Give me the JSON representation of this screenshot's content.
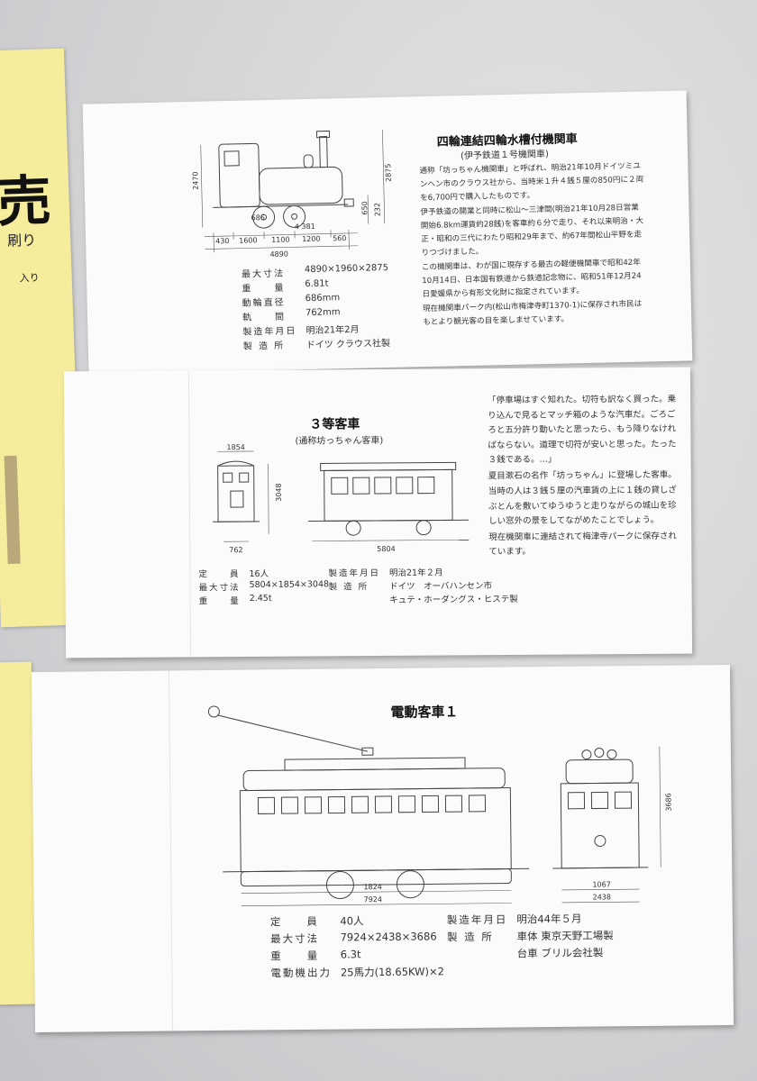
{
  "flyer": {
    "headline_char": "売",
    "line_1": "刷り",
    "line_2": "入り"
  },
  "card_1": {
    "title": "四輪連結四輪水槽付機関車",
    "subtitle": "(伊予鉄道１号機関車)",
    "dims": {
      "total_length": "4890",
      "height": "2470",
      "total_height": "2875",
      "wheelbase_marker": "4 381",
      "seg_a": "430",
      "seg_b": "1600",
      "seg_c": "1100",
      "seg_d": "1200",
      "seg_e": "560",
      "v_a": "650",
      "v_b": "232",
      "wheel_mark": "686"
    },
    "specs": [
      {
        "label": "最大寸法",
        "value": "4890×1960×2875"
      },
      {
        "label": "重　　量",
        "value": "6.81t"
      },
      {
        "label": "動輪直径",
        "value": "686mm"
      },
      {
        "label": "軌　　間",
        "value": "762mm"
      },
      {
        "label": "製造年月日",
        "value": "明治21年2月"
      },
      {
        "label": "製 造 所",
        "value": "ドイツ クラウス社製"
      }
    ],
    "paragraphs": [
      "通称「坊っちゃん機関車」と呼ばれ、明治21年10月ドイツミユンヘン市のクラウス社から、当時米１升４銭５厘の850円に２両を6,700円で購入したものです。",
      "伊予鉄道の開業と同時に松山～三津間(明治21年10月28日営業開始6.8km運賃約28銭)を客車約６分で走り、それ以来明治・大正・昭和の三代にわたり昭和29年まで、約67年間松山平野を走りつづけました。",
      "この機関車は、わが国に現存する最古の軽便機関車で昭和42年10月14日、日本国有鉄道から鉄道記念物に、昭和51年12月24日愛媛県から有形文化財に指定されています。",
      "現在機関車パーク内(松山市梅津寺町1370-1)に保存され市民はもとより観光客の目を楽しませています。"
    ]
  },
  "card_2": {
    "title": "３等客車",
    "subtitle": "(通称坊っちゃん客車)",
    "dims": {
      "width": "1854",
      "height": "3048",
      "gauge": "762",
      "length": "5804"
    },
    "specs_left": [
      {
        "label": "定　　員",
        "value": "16人"
      },
      {
        "label": "最大寸法",
        "value": "5804×1854×3048"
      },
      {
        "label": "重　　量",
        "value": "2.45t"
      }
    ],
    "specs_right": [
      {
        "label": "製造年月日",
        "value": "明治21年２月"
      },
      {
        "label": "製 造 所",
        "value": "ドイツ　オーバハンセン市"
      },
      {
        "label": "",
        "value": "キュテ・ホーダングス・ヒステ製"
      }
    ],
    "paragraphs": [
      "「停車場はすぐ知れた。切符も訳なく買った。乗り込んで見るとマッチ箱のような汽車だ。ごろごろと五分許り動いたと思ったら、もう降りなければならない。道理で切符が安いと思った。たった３銭である。…」",
      "夏目漱石の名作「坊っちゃん」に登場した客車。",
      "当時の人は３銭５厘の汽車賃の上に１銭の貸しざぶとんを敷いてゆうゆうと走りながらの城山を珍しい窓外の景をしてながめたことでしょう。",
      "現在機関車に連結されて梅津寺パークに保存されています。"
    ]
  },
  "card_3": {
    "title": "電動客車１",
    "dims": {
      "truck": "1824",
      "length": "7924",
      "gauge": "1067",
      "width": "2438",
      "height": "3686"
    },
    "specs_left": [
      {
        "label": "定　　員",
        "value": "40人"
      },
      {
        "label": "最大寸法",
        "value": "7924×2438×3686"
      },
      {
        "label": "重　　量",
        "value": "6.3t"
      },
      {
        "label": "電動機出力",
        "value": "25馬力(18.65KW)×2"
      }
    ],
    "specs_right": [
      {
        "label": "製造年月日",
        "value": "明治44年５月"
      },
      {
        "label": "製 造 所",
        "value": "車体 東京天野工場製"
      },
      {
        "label": "",
        "value": "台車 ブリル会社製"
      }
    ]
  }
}
